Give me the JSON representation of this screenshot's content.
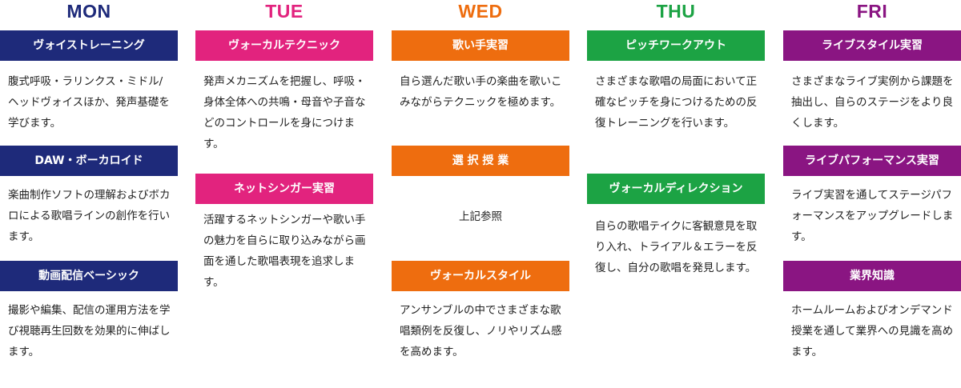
{
  "colors": {
    "mon": "#1e2a7a",
    "tue": "#e2237e",
    "wed": "#ee6d0f",
    "thu": "#1ca344",
    "fri": "#8a1582"
  },
  "mon": {
    "day": "MON",
    "items": [
      {
        "title": "ヴォイストレーニング",
        "desc": "腹式呼吸・ラリンクス・ミドル/ヘッドヴォイスほか、発声基礎を学びます。"
      },
      {
        "title": "DAW・ボーカロイド",
        "desc": "楽曲制作ソフトの理解およびボカロによる歌唱ラインの創作を行います。"
      },
      {
        "title": "動画配信ベーシック",
        "desc": "撮影や編集、配信の運用方法を学び視聴再生回数を効果的に伸ばします。"
      }
    ]
  },
  "tue": {
    "day": "TUE",
    "items": [
      {
        "title": "ヴォーカルテクニック",
        "desc": "発声メカニズムを把握し、呼吸・身体全体への共鳴・母音や子音などのコントロールを身につけます。"
      },
      {
        "title": "ネットシンガー実習",
        "desc": "活躍するネットシンガーや歌い手の魅力を自らに取り込みながら画面を通した歌唱表現を追求します。"
      }
    ]
  },
  "wed": {
    "day": "WED",
    "items": [
      {
        "title": "歌い手実習",
        "desc": "自ら選んだ歌い手の楽曲を歌いこみながらテクニックを極めます。"
      },
      {
        "title": "選 択 授 業",
        "desc": "上記参照"
      },
      {
        "title": "ヴォーカルスタイル",
        "desc": "アンサンブルの中でさまざまな歌唱類例を反復し、ノリやリズム感を高めます。"
      }
    ]
  },
  "thu": {
    "day": "THU",
    "items": [
      {
        "title": "ピッチワークアウト",
        "desc": "さまざまな歌唱の局面において正確なピッチを身につけるための反復トレーニングを行います。"
      },
      {
        "title": "ヴォーカルディレクション",
        "desc": "自らの歌唱テイクに客観意見を取り入れ、トライアル＆エラーを反復し、自分の歌唱を発見します。"
      }
    ]
  },
  "fri": {
    "day": "FRI",
    "items": [
      {
        "title": "ライブスタイル実習",
        "desc": "さまざまなライブ実例から課題を抽出し、自らのステージをより良くします。"
      },
      {
        "title": "ライブパフォーマンス実習",
        "desc": "ライブ実習を通してステージパフォーマンスをアップグレードします。"
      },
      {
        "title": "業界知識",
        "desc": "ホームルームおよびオンデマンド授業を通して業界への見識を高めます。"
      }
    ]
  }
}
